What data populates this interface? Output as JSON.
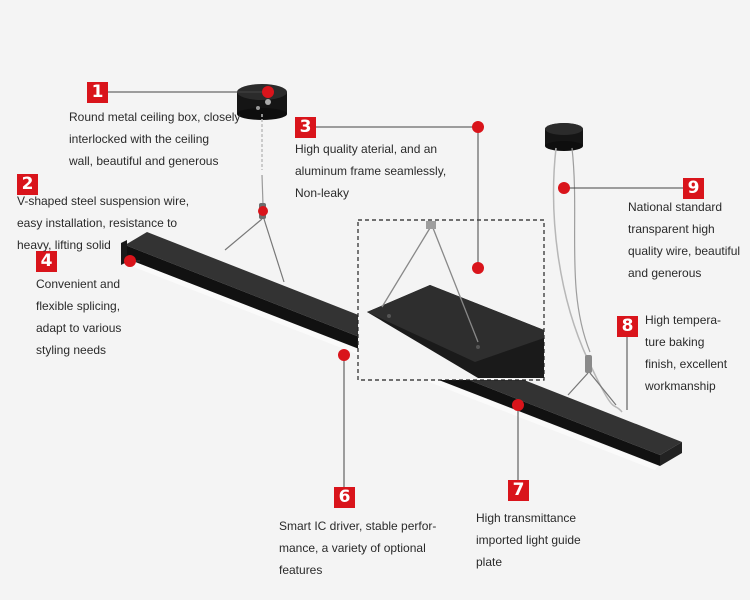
{
  "colors": {
    "accent": "#d9141b",
    "fixture": "#1b1b1b",
    "lens": "#fafafa",
    "wire": "#8a8a8a",
    "text": "#2a2a2a"
  },
  "callouts": [
    {
      "number": "1",
      "text": "Round metal ceiling box, closely interlocked with the ceiling wall, beautiful and generous"
    },
    {
      "number": "2",
      "text": "V-shaped steel suspension wire, easy installation, resistance to heavy, lifting solid"
    },
    {
      "number": "3",
      "text": "High quality aterial, and an aluminum frame seamlessly, Non-leaky"
    },
    {
      "number": "4",
      "text": "Convenient and flexible splicing, adapt to various styling needs"
    },
    {
      "number": "6",
      "text": "Smart IC driver, stable performance, a variety of optional features"
    },
    {
      "number": "7",
      "text": "High transmittance imported light guide plate"
    },
    {
      "number": "8",
      "text": "High temperature baking finish, excellent workmanship"
    },
    {
      "number": "9",
      "text": "National standard transparent high quality wire, beautiful and generous"
    }
  ],
  "lines": {
    "c1": [
      "Round metal ceiling box, closely",
      "interlocked with the ceiling",
      "wall, beautiful and generous"
    ],
    "c2": [
      "V-shaped steel suspension wire,",
      "easy installation, resistance to",
      "heavy, lifting solid"
    ],
    "c3": [
      "High quality aterial, and an",
      "aluminum frame seamlessly,",
      "Non-leaky"
    ],
    "c4": [
      "Convenient and",
      "flexible splicing,",
      "adapt to various",
      "styling needs"
    ],
    "c6": [
      "Smart IC driver, stable perfor-",
      "mance, a variety of optional",
      "features"
    ],
    "c7": [
      "High transmittance",
      "imported light guide",
      "plate"
    ],
    "c8": [
      "High tempera-",
      "ture baking",
      "finish, excellent",
      "workmanship"
    ],
    "c9": [
      "National standard",
      "transparent high",
      "quality wire, beautiful",
      "and generous"
    ]
  }
}
